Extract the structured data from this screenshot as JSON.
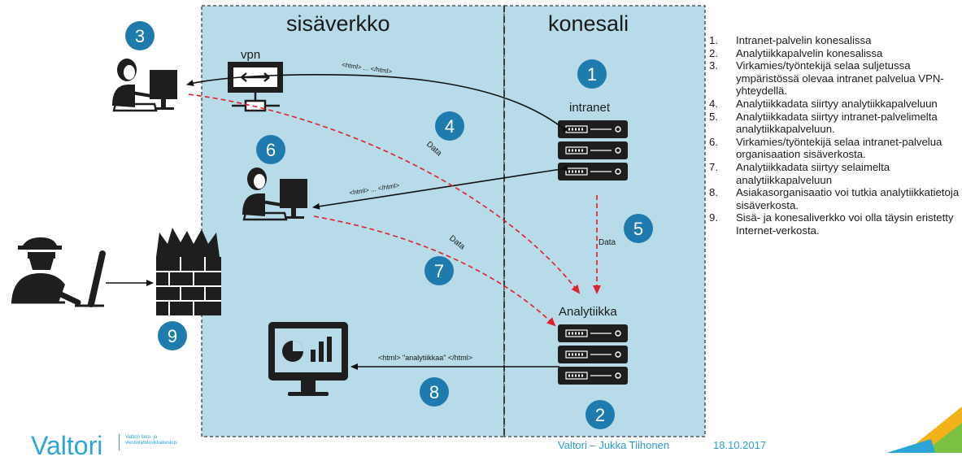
{
  "zones": {
    "internal": "sisäverkko",
    "datacenter": "konesali"
  },
  "labels": {
    "vpn": "vpn",
    "intranet": "intranet",
    "analytics": "Analytiikka",
    "html_top": "<html> ... </html>",
    "html_mid": "<html> ... </html>",
    "html_bottom": "<html> \"analytiikkaa\"  </html>",
    "data": "Data"
  },
  "badges": [
    "1",
    "2",
    "3",
    "4",
    "5",
    "6",
    "7",
    "8",
    "9"
  ],
  "legend": [
    {
      "num": "1.",
      "text": "Intranet-palvelin konesalissa"
    },
    {
      "num": "2.",
      "text": "Analytiikkapalvelin konesalissa"
    },
    {
      "num": "3.",
      "text": "Virkamies/työntekijä selaa suljetussa ympäristössä olevaa intranet palvelua VPN-yhteydellä."
    },
    {
      "num": "4.",
      "text": "Analytiikkadata siirtyy analytiikkapalveluun"
    },
    {
      "num": "5.",
      "text": "Analytiikkadata siirtyy intranet-palvelimelta analytiikkapalveluun."
    },
    {
      "num": "6.",
      "text": "Virkamies/työntekijä selaa intranet-palvelua organisaation sisäverkosta."
    },
    {
      "num": "7.",
      "text": "Analytiikkadata siirtyy selaimelta analytiikkapalveluun"
    },
    {
      "num": "8.",
      "text": "Asiakasorganisaatio voi tutkia analytiikkatietoja sisäverkosta."
    },
    {
      "num": "9.",
      "text": "Sisä- ja konesaliverkko voi olla täysin eristetty Internet-verkosta."
    }
  ],
  "footer": {
    "author": "Valtori – Jukka Tiihonen",
    "date": "18.10.2017",
    "logo": "Valtori",
    "logo_tagline": "Valtion tieto- ja viestintätekniikkakeskus"
  },
  "colors": {
    "zone_fill": "#b7dbe9",
    "badge": "#1f7bad",
    "data_arrow": "#e0202a",
    "text": "#1a1a1a",
    "brand": "#2ba4d8"
  }
}
